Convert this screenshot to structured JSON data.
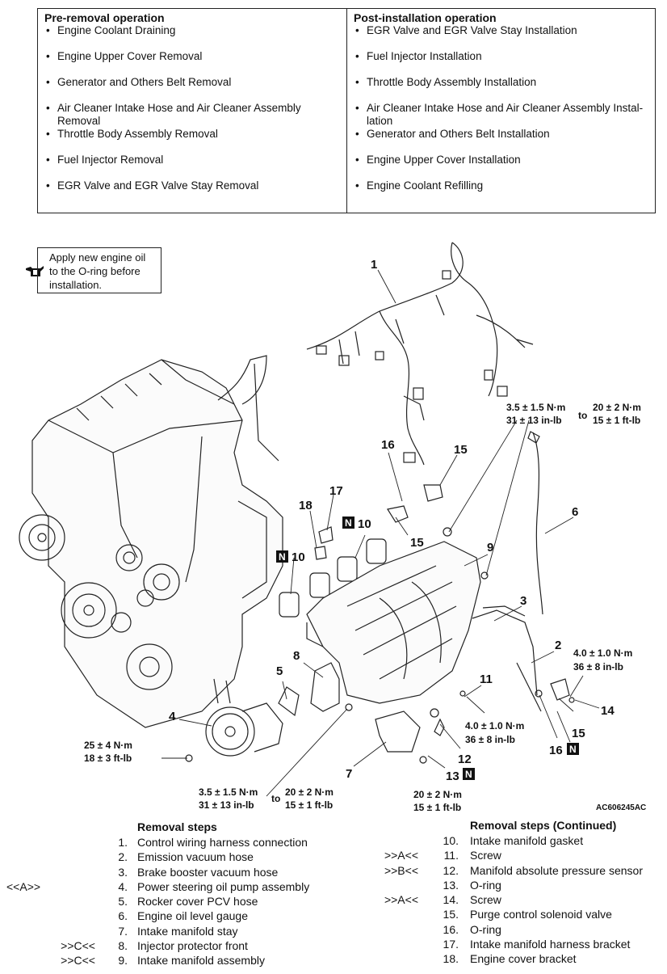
{
  "ops": {
    "pre_title": "Pre-removal operation",
    "pre_items": [
      "Engine Coolant Draining",
      "Engine Upper Cover Removal",
      "Generator and Others Belt Removal",
      "Air Cleaner Intake Hose and Air Cleaner Assembly Removal",
      "Throttle Body Assembly Removal",
      "Fuel Injector Removal",
      "EGR Valve and EGR Valve Stay Removal"
    ],
    "post_title": "Post-installation operation",
    "post_items": [
      "EGR Valve and EGR Valve Stay Installation",
      "Fuel Injector Installation",
      "Throttle Body Assembly Installation",
      "Air Cleaner Intake Hose and Air Cleaner Assembly Instal-lation",
      "Generator and Others Belt Installation",
      "Engine Upper Cover Installation",
      "Engine Coolant Refilling"
    ]
  },
  "note": "Apply new engine oil to the O-ring before installation.",
  "callouts": {
    "c1": "1",
    "c2": "2",
    "c3": "3",
    "c4": "4",
    "c5": "5",
    "c6": "6",
    "c7": "7",
    "c8": "8",
    "c9": "9",
    "c10a": "10",
    "c10b": "10",
    "c11": "11",
    "c12": "12",
    "c13": "13",
    "c14": "14",
    "c15a": "15",
    "c15b": "15",
    "c16a": "16",
    "c16b": "16",
    "c17": "17",
    "c18": "18",
    "n": "N"
  },
  "torques": {
    "t_top_a1": "3.5 ± 1.5 N·m",
    "t_top_a2": "31 ± 13 in-lb",
    "t_to": "to",
    "t_top_b1": "20 ± 2 N·m",
    "t_top_b2": "15 ± 1 ft-lb",
    "t_r14_1": "4.0 ± 1.0 N·m",
    "t_r14_2": "36 ± 8 in-lb",
    "t_mid11_1": "4.0 ± 1.0 N·m",
    "t_mid11_2": "36 ± 8 in-lb",
    "t_left4_1": "25 ± 4 N·m",
    "t_left4_2": "18 ± 3 ft-lb",
    "t_bot_a1": "3.5 ± 1.5 N·m",
    "t_bot_a2": "31 ± 13 in-lb",
    "t_bot_b1": "20 ± 2 N·m",
    "t_bot_b2": "15 ± 1 ft-lb",
    "t_13_1": "20 ± 2 N·m",
    "t_13_2": "15 ± 1 ft-lb"
  },
  "figure_code": "AC606245AC",
  "steps_left": {
    "title": "Removal steps",
    "rows": [
      {
        "mark": "",
        "no": "1.",
        "name": "Control wiring harness connection"
      },
      {
        "mark": "",
        "no": "2.",
        "name": "Emission vacuum hose"
      },
      {
        "mark": "",
        "no": "3.",
        "name": "Brake booster vacuum hose"
      },
      {
        "mark": "<<A>>",
        "no": "4.",
        "name": "Power steering oil pump assembly"
      },
      {
        "mark": "",
        "no": "5.",
        "name": "Rocker cover PCV hose"
      },
      {
        "mark": "",
        "no": "6.",
        "name": "Engine oil level gauge"
      },
      {
        "mark": "",
        "no": "7.",
        "name": "Intake manifold stay"
      },
      {
        "mark": ">>C<<",
        "no": "8.",
        "name": "Injector protector front"
      },
      {
        "mark": ">>C<<",
        "no": "9.",
        "name": "Intake manifold assembly"
      }
    ]
  },
  "steps_right": {
    "title": "Removal steps (Continued)",
    "rows": [
      {
        "mark": "",
        "no": "10.",
        "name": "Intake manifold gasket"
      },
      {
        "mark": ">>A<<",
        "no": "11.",
        "name": "Screw"
      },
      {
        "mark": ">>B<<",
        "no": "12.",
        "name": "Manifold absolute pressure sensor"
      },
      {
        "mark": "",
        "no": "13.",
        "name": "O-ring"
      },
      {
        "mark": ">>A<<",
        "no": "14.",
        "name": "Screw"
      },
      {
        "mark": "",
        "no": "15.",
        "name": "Purge control solenoid valve"
      },
      {
        "mark": "",
        "no": "16.",
        "name": "O-ring"
      },
      {
        "mark": "",
        "no": "17.",
        "name": "Intake manifold harness bracket"
      },
      {
        "mark": "",
        "no": "18.",
        "name": "Engine cover bracket"
      }
    ]
  }
}
